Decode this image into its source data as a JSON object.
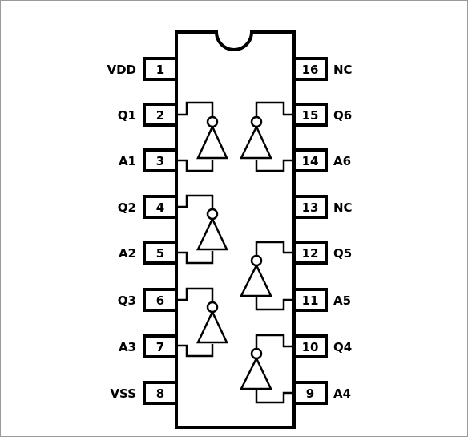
{
  "chip": {
    "left_pins": [
      {
        "number": "1",
        "label": "VDD"
      },
      {
        "number": "2",
        "label": "Q1"
      },
      {
        "number": "3",
        "label": "A1"
      },
      {
        "number": "4",
        "label": "Q2"
      },
      {
        "number": "5",
        "label": "A2"
      },
      {
        "number": "6",
        "label": "Q3"
      },
      {
        "number": "7",
        "label": "A3"
      },
      {
        "number": "8",
        "label": "VSS"
      }
    ],
    "right_pins": [
      {
        "number": "16",
        "label": "NC"
      },
      {
        "number": "15",
        "label": "Q6"
      },
      {
        "number": "14",
        "label": "A6"
      },
      {
        "number": "13",
        "label": "NC"
      },
      {
        "number": "12",
        "label": "Q5"
      },
      {
        "number": "11",
        "label": "A5"
      },
      {
        "number": "10",
        "label": "Q4"
      },
      {
        "number": "9",
        "label": "A4"
      }
    ],
    "colors": {
      "line": "#000000",
      "background": "#ffffff",
      "frame": "#9a9a9a"
    }
  }
}
